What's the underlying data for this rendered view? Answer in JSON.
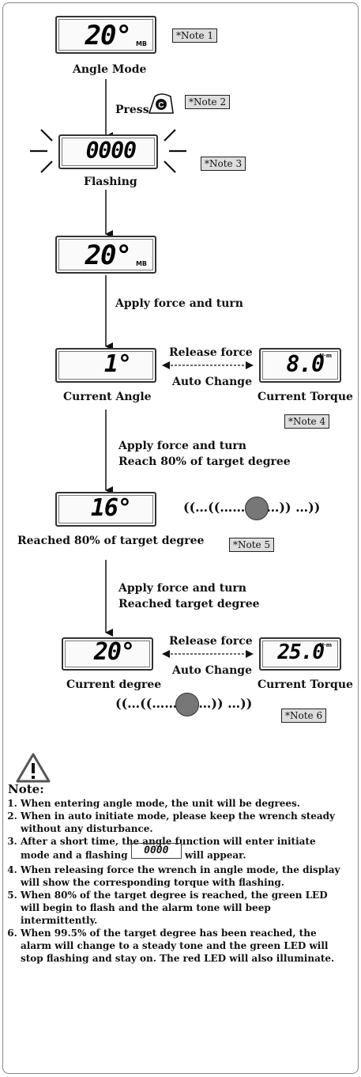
{
  "notes_tags": {
    "n1": "*Note 1",
    "n2": "*Note 2",
    "n3": "*Note 3",
    "n4": "*Note 4",
    "n5": "*Note 5",
    "n6": "*Note 6"
  },
  "displays": {
    "angle_mode": {
      "digits": "20°",
      "unit": "MB"
    },
    "flashing": {
      "digits": "0000"
    },
    "ready": {
      "digits": "20°",
      "unit": "MB"
    },
    "current_angle": {
      "digits": "1°"
    },
    "current_torque_1": {
      "digits": "8.0",
      "unit": "N·m"
    },
    "reached80": {
      "digits": "16°"
    },
    "current_degree": {
      "digits": "20°"
    },
    "current_torque_2": {
      "digits": "25.0",
      "unit": "N·m"
    }
  },
  "labels": {
    "angle_mode": "Angle Mode",
    "press": "Press",
    "flashing": "Flashing",
    "apply1": "Apply force and turn",
    "current_angle": "Current Angle",
    "release1": "Release force",
    "auto1": "Auto Change",
    "current_torque1": "Current Torque",
    "apply2a": "Apply force and turn",
    "apply2b": "Reach 80% of target degree",
    "reached80": "Reached 80% of target degree",
    "apply3a": "Apply force and turn",
    "apply3b": "Reached target degree",
    "current_degree": "Current degree",
    "release2": "Release force",
    "auto2": "Auto Change",
    "current_torque2": "Current Torque",
    "wave1": "((…((…….  ……)) …))",
    "wave2": "((…((…….  ……)) …))"
  },
  "note_section": {
    "title": "Note:",
    "items": [
      "When entering angle mode, the unit will be degrees.",
      "When in auto initiate mode, please keep the wrench steady without any disturbance.",
      "After a short time, the angle function will enter initiate mode and a flashing",
      "When releasing force the wrench in angle mode, the display will show the corresponding torque with flashing.",
      "When 80% of the target degree is reached, the green LED will begin to flash and the alarm tone will beep intermittently.",
      "When 99.5% of the target degree has been reached, the alarm will change to a steady tone and the green LED will stop flashing and stay on. The red LED will also illuminate."
    ],
    "item3_tail": "will appear.",
    "item3_mini": "0000"
  },
  "icons": {
    "press_button": "c-button-icon",
    "warning": "warning-triangle-icon"
  }
}
